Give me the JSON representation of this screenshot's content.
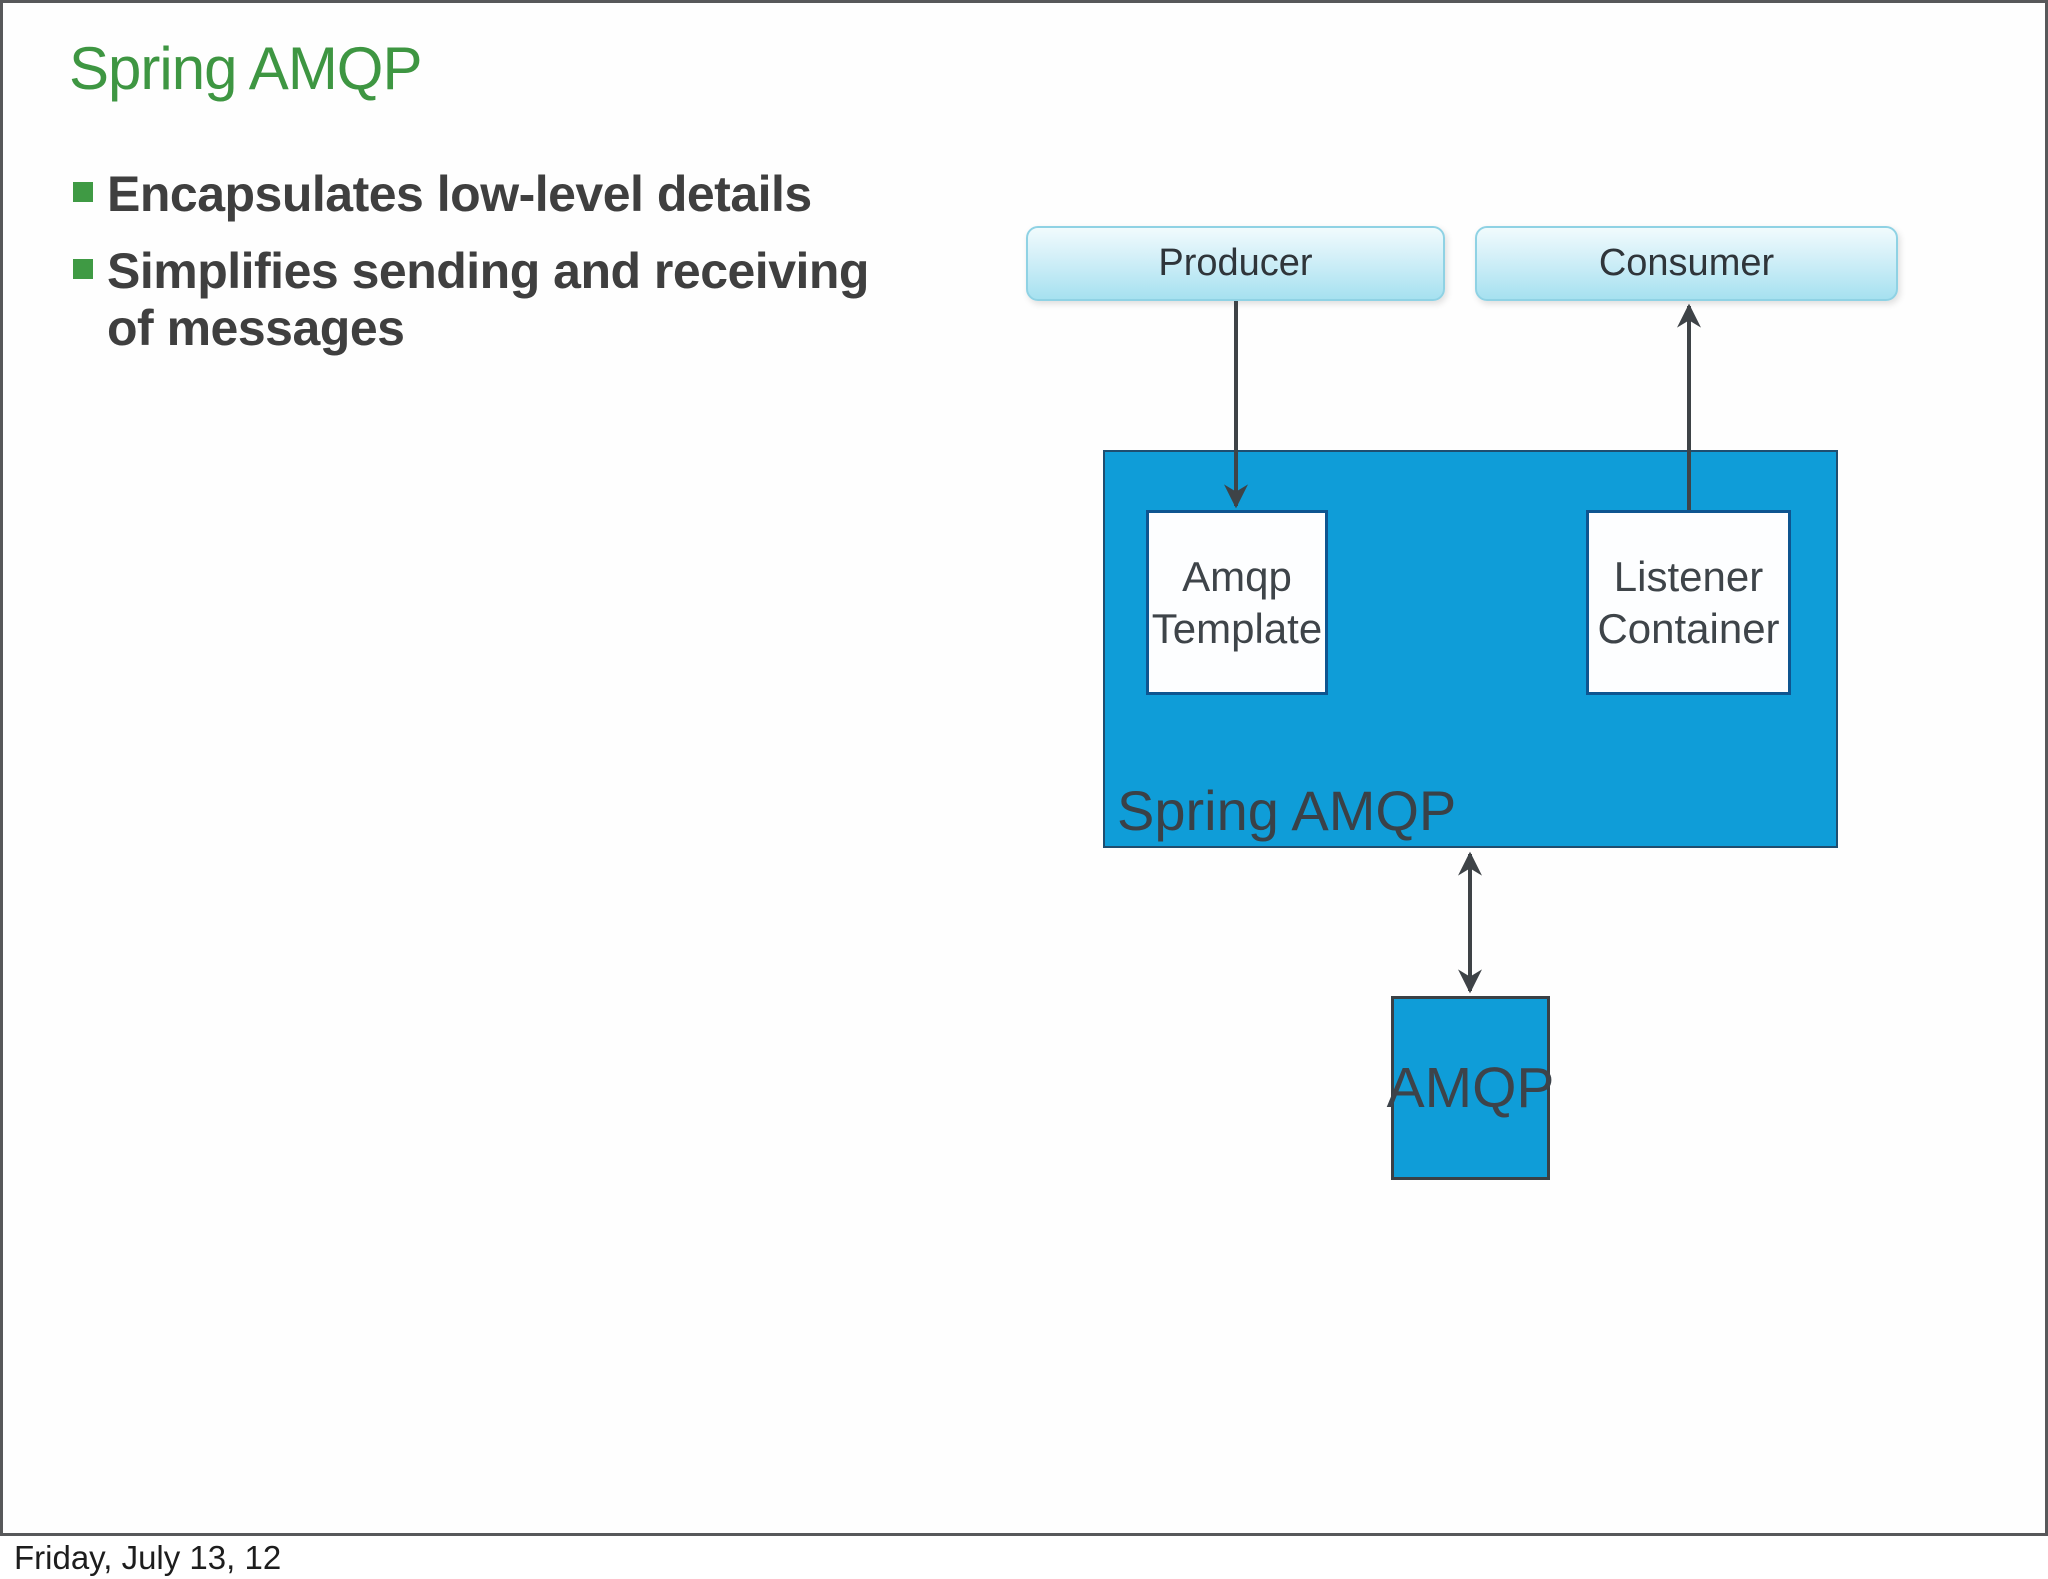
{
  "slide": {
    "title": "Spring AMQP",
    "bullets": [
      {
        "lines": [
          "Encapsulates low-level details"
        ]
      },
      {
        "lines": [
          "Simplifies sending and receiving",
          "of messages"
        ]
      }
    ],
    "footer": "Friday, July 13, 12"
  },
  "diagram": {
    "nodes": {
      "producer": {
        "label": "Producer"
      },
      "consumer": {
        "label": "Consumer"
      },
      "spring_amqp": {
        "label": "Spring AMQP"
      },
      "amqp_template": {
        "lines": [
          "Amqp",
          "Template"
        ]
      },
      "listener_container": {
        "lines": [
          "Listener",
          "Container"
        ]
      },
      "amqp": {
        "label": "AMQP"
      }
    },
    "edges": [
      {
        "from": "producer",
        "to": "amqp_template",
        "direction": "down"
      },
      {
        "from": "listener_container",
        "to": "consumer",
        "direction": "up"
      },
      {
        "from": "spring_amqp",
        "to": "amqp",
        "direction": "both"
      }
    ],
    "colors": {
      "container_blue": "#0f9dd8",
      "container_border": "#1f4e70",
      "inner_box_border": "#0e5590",
      "endpoint_fill_top": "#f1fbfd",
      "endpoint_fill_bottom": "#a6e1f0",
      "endpoint_border": "#8fd2e4",
      "arrow": "#3e4347",
      "title_green": "#3e9642",
      "bullet_green": "#3f9a44",
      "body_text": "#3f3f3f",
      "slide_border": "#57585a"
    }
  }
}
